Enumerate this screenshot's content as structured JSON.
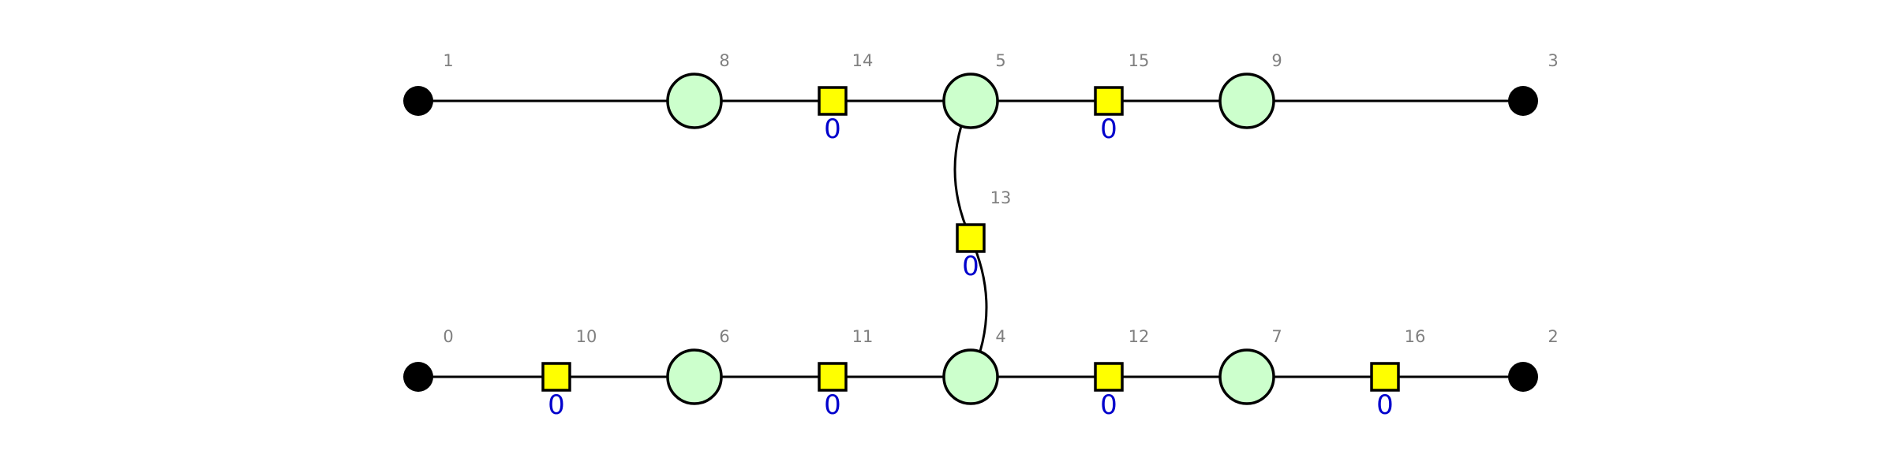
{
  "diagram": {
    "colors": {
      "terminal": "#000000",
      "circle_fill": "#ccffcc",
      "square_fill": "#ffff00",
      "id_label": "#808080",
      "value_label": "#0000cc",
      "edge": "#000000"
    },
    "nodes": [
      {
        "id": "0",
        "shape": "terminal"
      },
      {
        "id": "1",
        "shape": "terminal"
      },
      {
        "id": "2",
        "shape": "terminal"
      },
      {
        "id": "3",
        "shape": "terminal"
      },
      {
        "id": "4",
        "shape": "circle"
      },
      {
        "id": "5",
        "shape": "circle"
      },
      {
        "id": "6",
        "shape": "circle"
      },
      {
        "id": "7",
        "shape": "circle"
      },
      {
        "id": "8",
        "shape": "circle"
      },
      {
        "id": "9",
        "shape": "circle"
      },
      {
        "id": "10",
        "shape": "square",
        "value": "0"
      },
      {
        "id": "11",
        "shape": "square",
        "value": "0"
      },
      {
        "id": "12",
        "shape": "square",
        "value": "0"
      },
      {
        "id": "13",
        "shape": "square",
        "value": "0"
      },
      {
        "id": "14",
        "shape": "square",
        "value": "0"
      },
      {
        "id": "15",
        "shape": "square",
        "value": "0"
      },
      {
        "id": "16",
        "shape": "square",
        "value": "0"
      }
    ],
    "edges": [
      {
        "from": "1",
        "to": "8"
      },
      {
        "from": "8",
        "to": "14"
      },
      {
        "from": "14",
        "to": "5"
      },
      {
        "from": "5",
        "to": "15"
      },
      {
        "from": "15",
        "to": "9"
      },
      {
        "from": "9",
        "to": "3"
      },
      {
        "from": "5",
        "to": "13"
      },
      {
        "from": "13",
        "to": "4"
      },
      {
        "from": "0",
        "to": "10"
      },
      {
        "from": "10",
        "to": "6"
      },
      {
        "from": "6",
        "to": "11"
      },
      {
        "from": "11",
        "to": "4"
      },
      {
        "from": "4",
        "to": "12"
      },
      {
        "from": "12",
        "to": "7"
      },
      {
        "from": "7",
        "to": "16"
      },
      {
        "from": "16",
        "to": "2"
      }
    ]
  }
}
